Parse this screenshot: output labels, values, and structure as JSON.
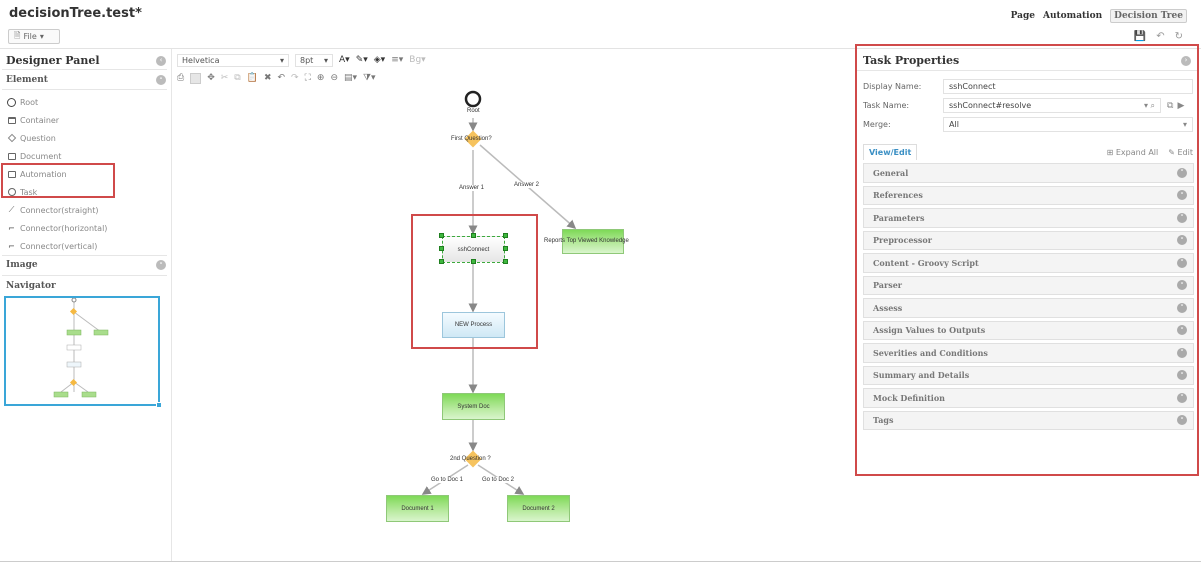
{
  "header": {
    "doc_title": "decisionTree.test*",
    "file_menu": "File",
    "nav": [
      "Page",
      "Automation",
      "Decision Tree"
    ],
    "active_nav": "Decision Tree"
  },
  "designer_panel": {
    "title": "Designer Panel",
    "element_section": "Element",
    "elements": [
      {
        "label": "Root",
        "icon": "circle-icon"
      },
      {
        "label": "Container",
        "icon": "container-icon"
      },
      {
        "label": "Question",
        "icon": "diamond-icon"
      },
      {
        "label": "Document",
        "icon": "document-icon"
      },
      {
        "label": "Automation",
        "icon": "automation-icon"
      },
      {
        "label": "Task",
        "icon": "task-icon"
      },
      {
        "label": "Connector(straight)",
        "icon": "connector-straight-icon"
      },
      {
        "label": "Connector(horizontal)",
        "icon": "connector-horizontal-icon"
      },
      {
        "label": "Connector(vertical)",
        "icon": "connector-vertical-icon"
      }
    ],
    "image_section": "Image",
    "navigator_section": "Navigator"
  },
  "toolbar": {
    "font": "Helvetica",
    "size": "8pt",
    "bg_label": "Bg"
  },
  "diagram": {
    "nodes": {
      "root": "Root",
      "q1": "First Question?",
      "ssh": "sshConnect",
      "reports": "Reports Top Viewed Knowledge",
      "newproc": "NEW Process",
      "sysdoc": "System Doc",
      "q2": "2nd Question ?",
      "doc1": "Document 1",
      "doc2": "Document 2"
    },
    "edges": {
      "answer1": "Answer 1",
      "answer2": "Answer 2",
      "goto1": "Go to Doc 1",
      "goto2": "Go to Doc 2"
    }
  },
  "task_properties": {
    "title": "Task Properties",
    "display_name_label": "Display Name:",
    "display_name_value": "sshConnect",
    "task_name_label": "Task Name:",
    "task_name_value": "sshConnect#resolve",
    "merge_label": "Merge:",
    "merge_value": "All",
    "tab": "View/Edit",
    "expand_all": "Expand All",
    "edit": "Edit",
    "sections": [
      "General",
      "References",
      "Parameters",
      "Preprocessor",
      "Content - Groovy Script",
      "Parser",
      "Assess",
      "Assign Values to Outputs",
      "Severities and Conditions",
      "Summary and Details",
      "Mock Definition",
      "Tags"
    ]
  },
  "colors": {
    "highlight": "#d04a4a",
    "navigator_border": "#3aa6d8",
    "node_green": "#7ed957",
    "question_diamond": "#f5b942"
  }
}
